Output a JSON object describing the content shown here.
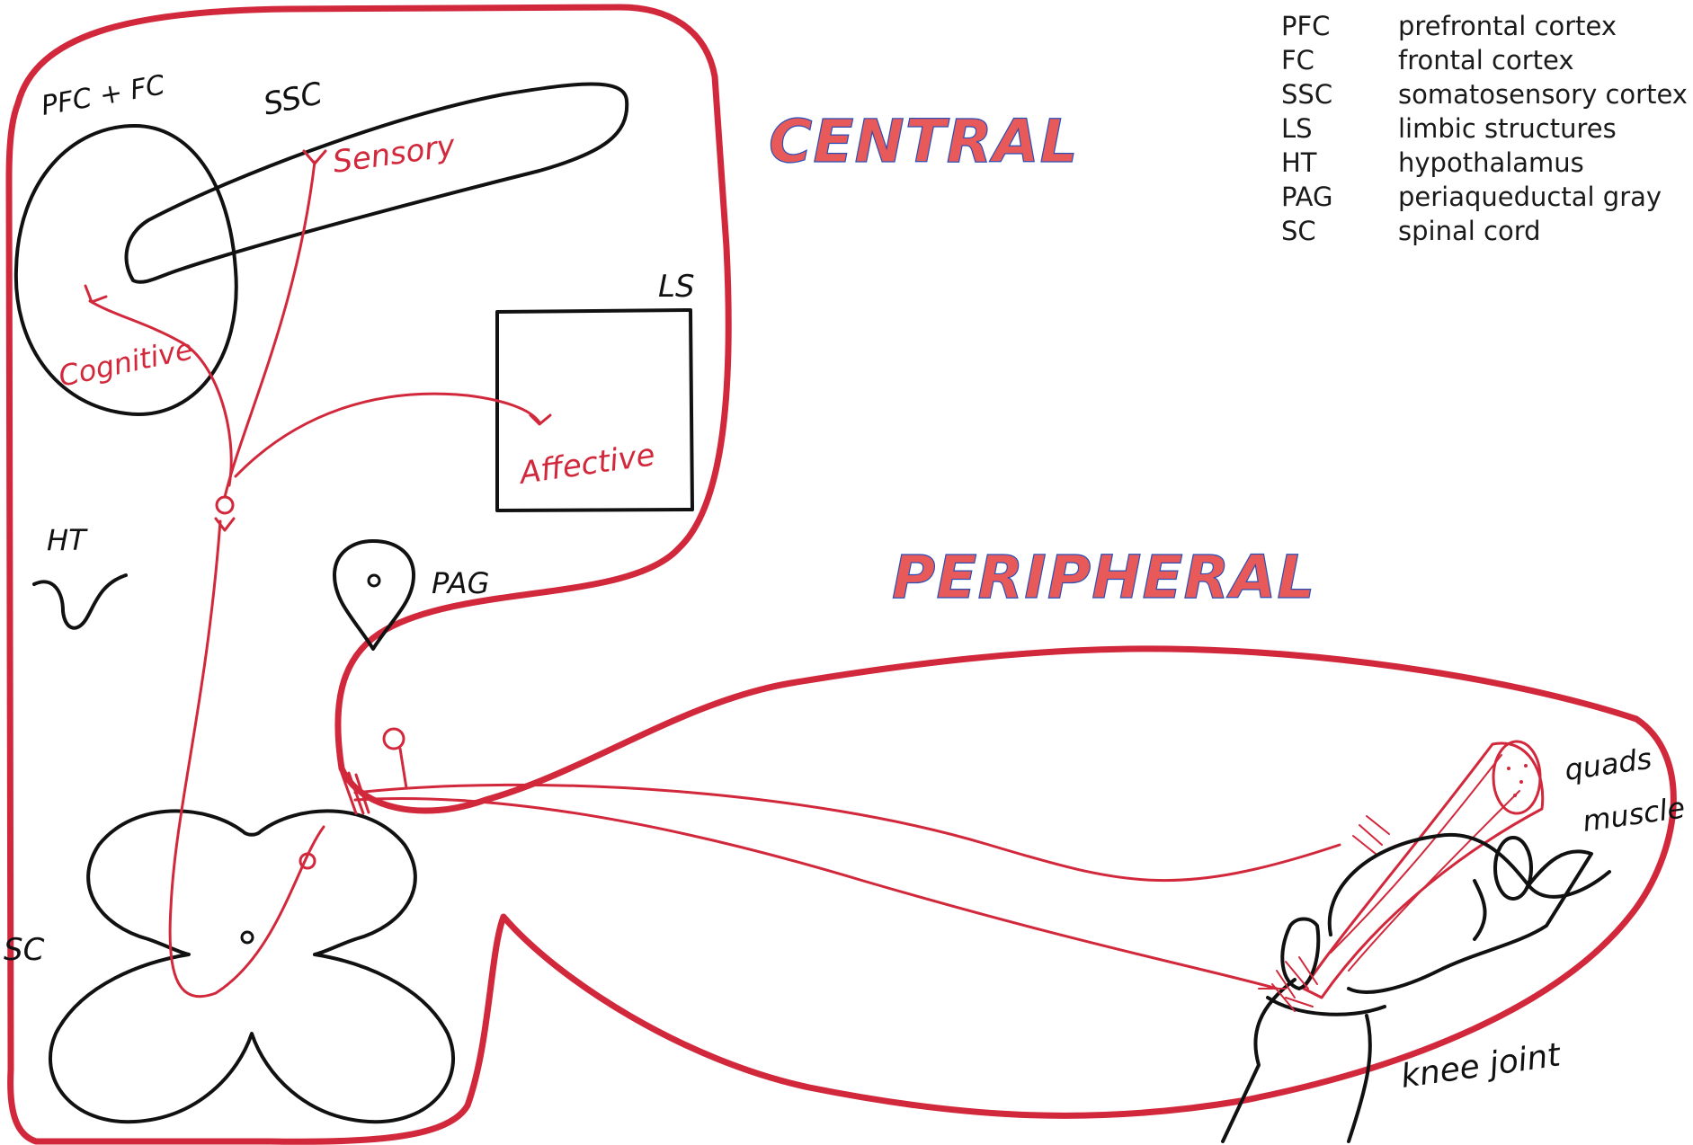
{
  "legend": [
    {
      "abbr": "PFC",
      "term": "prefrontal cortex"
    },
    {
      "abbr": "FC",
      "term": "frontal cortex"
    },
    {
      "abbr": "SSC",
      "term": "somatosensory cortex"
    },
    {
      "abbr": "LS",
      "term": "limbic structures"
    },
    {
      "abbr": "HT",
      "term": "hypothalamus"
    },
    {
      "abbr": "PAG",
      "term": "periaqueductal gray"
    },
    {
      "abbr": "SC",
      "term": "spinal cord"
    }
  ],
  "regions": {
    "central": "CENTRAL",
    "peripheral": "PERIPHERAL"
  },
  "structures": {
    "pfc_fc": "PFC + FC",
    "ssc": "SSC",
    "ls": "LS",
    "ht": "HT",
    "pag": "PAG",
    "sc": "SC"
  },
  "pathways": {
    "sensory": "Sensory",
    "cognitive": "Cognitive",
    "affective": "Affective"
  },
  "periphery": {
    "quads_line1": "quads",
    "quads_line2": "muscle",
    "knee": "knee joint"
  },
  "colors": {
    "outline": "#d2283c",
    "anatomy": "#111111",
    "region_fill": "#e85a5a",
    "region_stroke": "#2a4fb8"
  }
}
